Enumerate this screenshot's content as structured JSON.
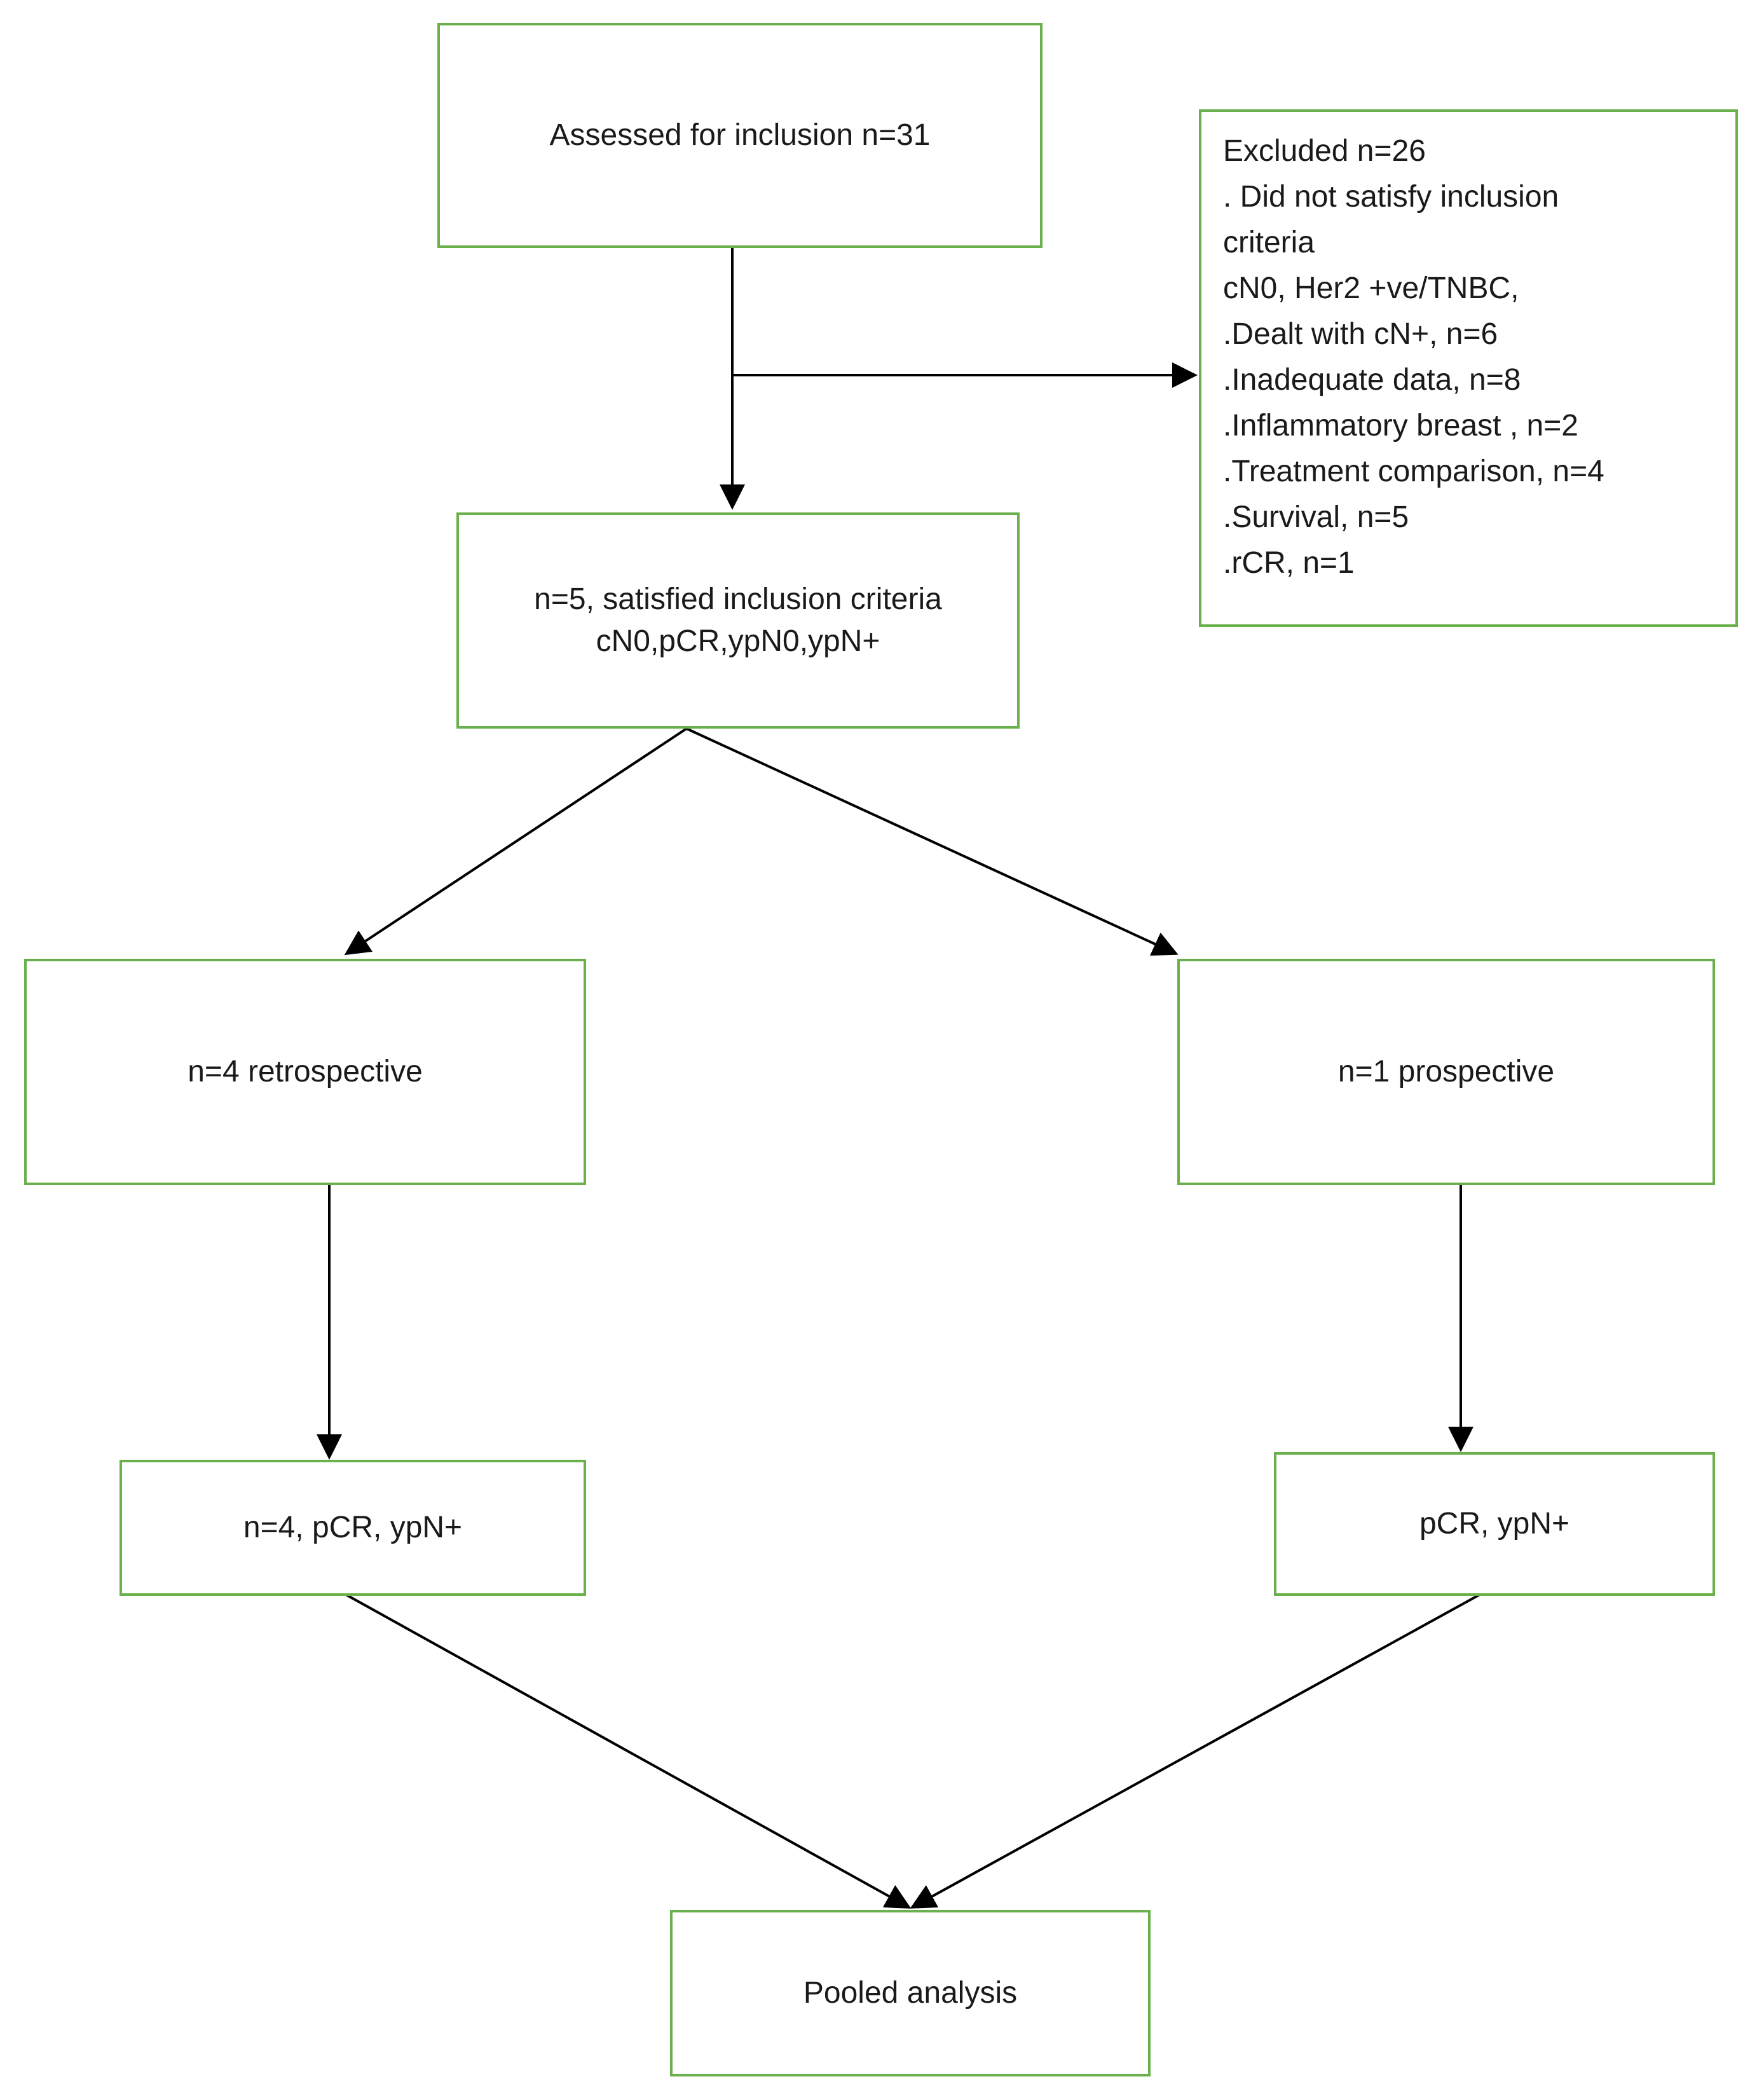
{
  "boxes": {
    "assessed": "Assessed for inclusion n=31",
    "excluded": [
      "Excluded n=26",
      ". Did not satisfy inclusion",
      "criteria",
      "cN0, Her2 +ve/TNBC,",
      ".Dealt with cN+, n=6",
      ".Inadequate data, n=8",
      ".Inflammatory breast , n=2",
      ".Treatment comparison, n=4",
      ".Survival, n=5",
      ".rCR, n=1"
    ],
    "satisfied": [
      "n=5, satisfied inclusion criteria",
      "cN0,pCR,ypN0,ypN+"
    ],
    "retrospective": "n=4 retrospective",
    "prospective": "n=1 prospective",
    "retro_result": "n=4, pCR, ypN+",
    "pro_result": "pCR, ypN+",
    "pooled": "Pooled analysis"
  },
  "colors": {
    "box_border": "#6ab04c",
    "connector": "#000000"
  }
}
